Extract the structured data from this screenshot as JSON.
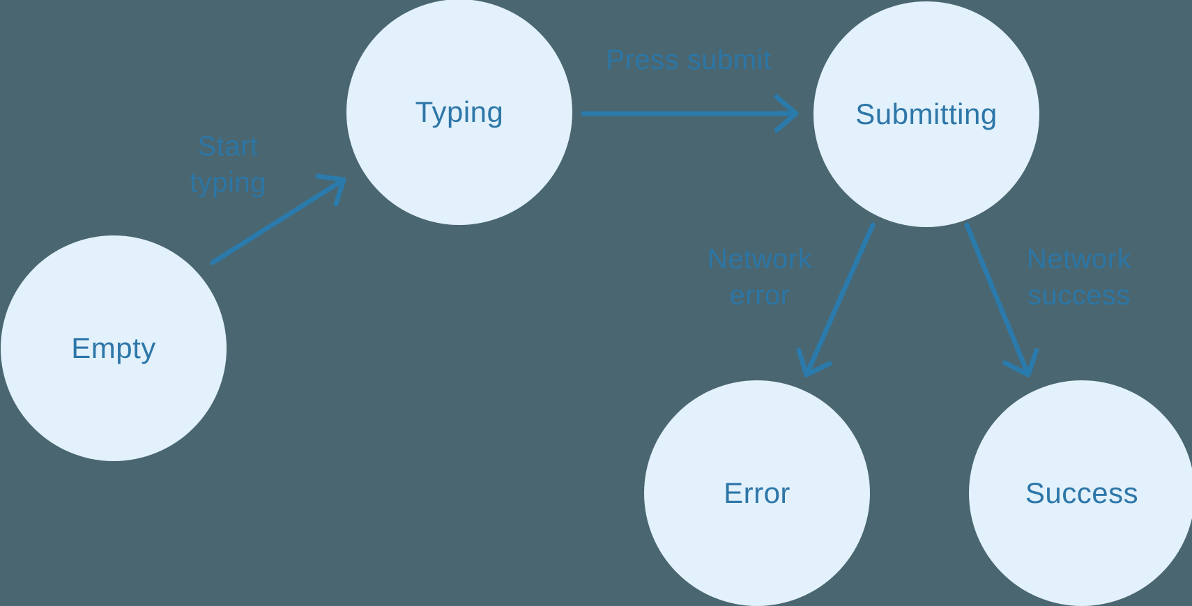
{
  "diagram": {
    "type": "state-machine",
    "colors": {
      "background": "#4A6670",
      "node_fill": "#E2F1FB",
      "node_text": "#2D76A8",
      "edge_stroke": "#2B7AAC",
      "edge_label_text": "#2C76A6"
    },
    "nodes": [
      {
        "id": "empty",
        "label": "Empty"
      },
      {
        "id": "typing",
        "label": "Typing"
      },
      {
        "id": "submitting",
        "label": "Submitting"
      },
      {
        "id": "error",
        "label": "Error"
      },
      {
        "id": "success",
        "label": "Success"
      }
    ],
    "edges": [
      {
        "from": "empty",
        "to": "typing",
        "label": "Start typing",
        "label_lines": {
          "0": "Start",
          "1": "typing"
        }
      },
      {
        "from": "typing",
        "to": "submitting",
        "label": "Press submit",
        "label_lines": {
          "0": "Press submit"
        }
      },
      {
        "from": "submitting",
        "to": "error",
        "label": "Network error",
        "label_lines": {
          "0": "Network",
          "1": "error"
        }
      },
      {
        "from": "submitting",
        "to": "success",
        "label": "Network success",
        "label_lines": {
          "0": "Network",
          "1": "success"
        }
      }
    ]
  }
}
